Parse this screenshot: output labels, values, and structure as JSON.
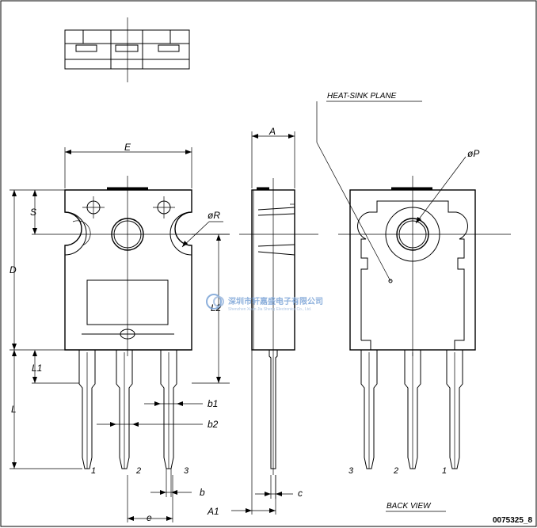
{
  "labels": {
    "E": "E",
    "A": "A",
    "S": "S",
    "D": "D",
    "L": "L",
    "L1": "L1",
    "L2": "L2",
    "R": "øR",
    "P": "øP",
    "b": "b",
    "b1": "b1",
    "b2": "b2",
    "e": "e",
    "A1": "A1",
    "c": "c",
    "heatsink": "HEAT-SINK PLANE",
    "back_view": "BACK VIEW"
  },
  "pins_front": [
    "1",
    "2",
    "3"
  ],
  "pins_back": [
    "3",
    "2",
    "1"
  ],
  "figure_code": "0075325_8",
  "watermark": {
    "cn": "深圳市轩嘉盛电子有限公司",
    "en": "Shenzhen Xuan Jia Sheng Electronics Co., Ltd."
  }
}
